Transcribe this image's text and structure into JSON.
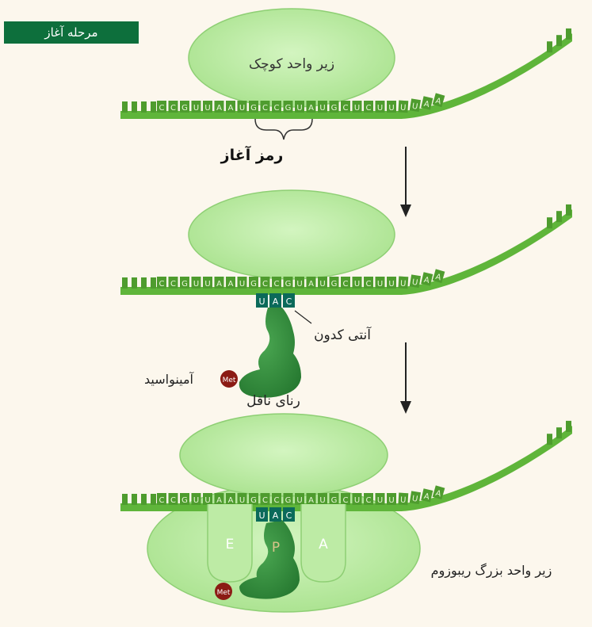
{
  "stage_label": "مرحله آغاز",
  "mrna_sequence": [
    "C",
    "C",
    "G",
    "U",
    "U",
    "A",
    "A",
    "U",
    "G",
    "C",
    "C",
    "G",
    "U",
    "A",
    "U",
    "G",
    "C",
    "U",
    "C",
    "U",
    "U",
    "U",
    "U",
    "A",
    "A"
  ],
  "anticodon": [
    "U",
    "A",
    "C"
  ],
  "labels": {
    "small_subunit": "زیر واحد کوچک",
    "start_codon": "رمز آغاز",
    "anticodon": "آنتی کدون",
    "amino_acid": "آمینواسید",
    "trna": "رنای ناقل",
    "large_subunit": "زیر واحد بزرگ ریبوزوم",
    "met": "Met",
    "site_e": "E",
    "site_p": "P",
    "site_a": "A"
  },
  "colors": {
    "subunit_light": "#c6efb0",
    "subunit_stroke": "#8ecf74",
    "mrna_green": "#5fb53a",
    "base_green": "#4e9c2e",
    "trna_dark": "#2f8a3a",
    "anticodon_box": "#0b6a5a",
    "met_red": "#8b1b14",
    "stage_bg": "#0d6f3c",
    "background": "#fcf7ed"
  }
}
